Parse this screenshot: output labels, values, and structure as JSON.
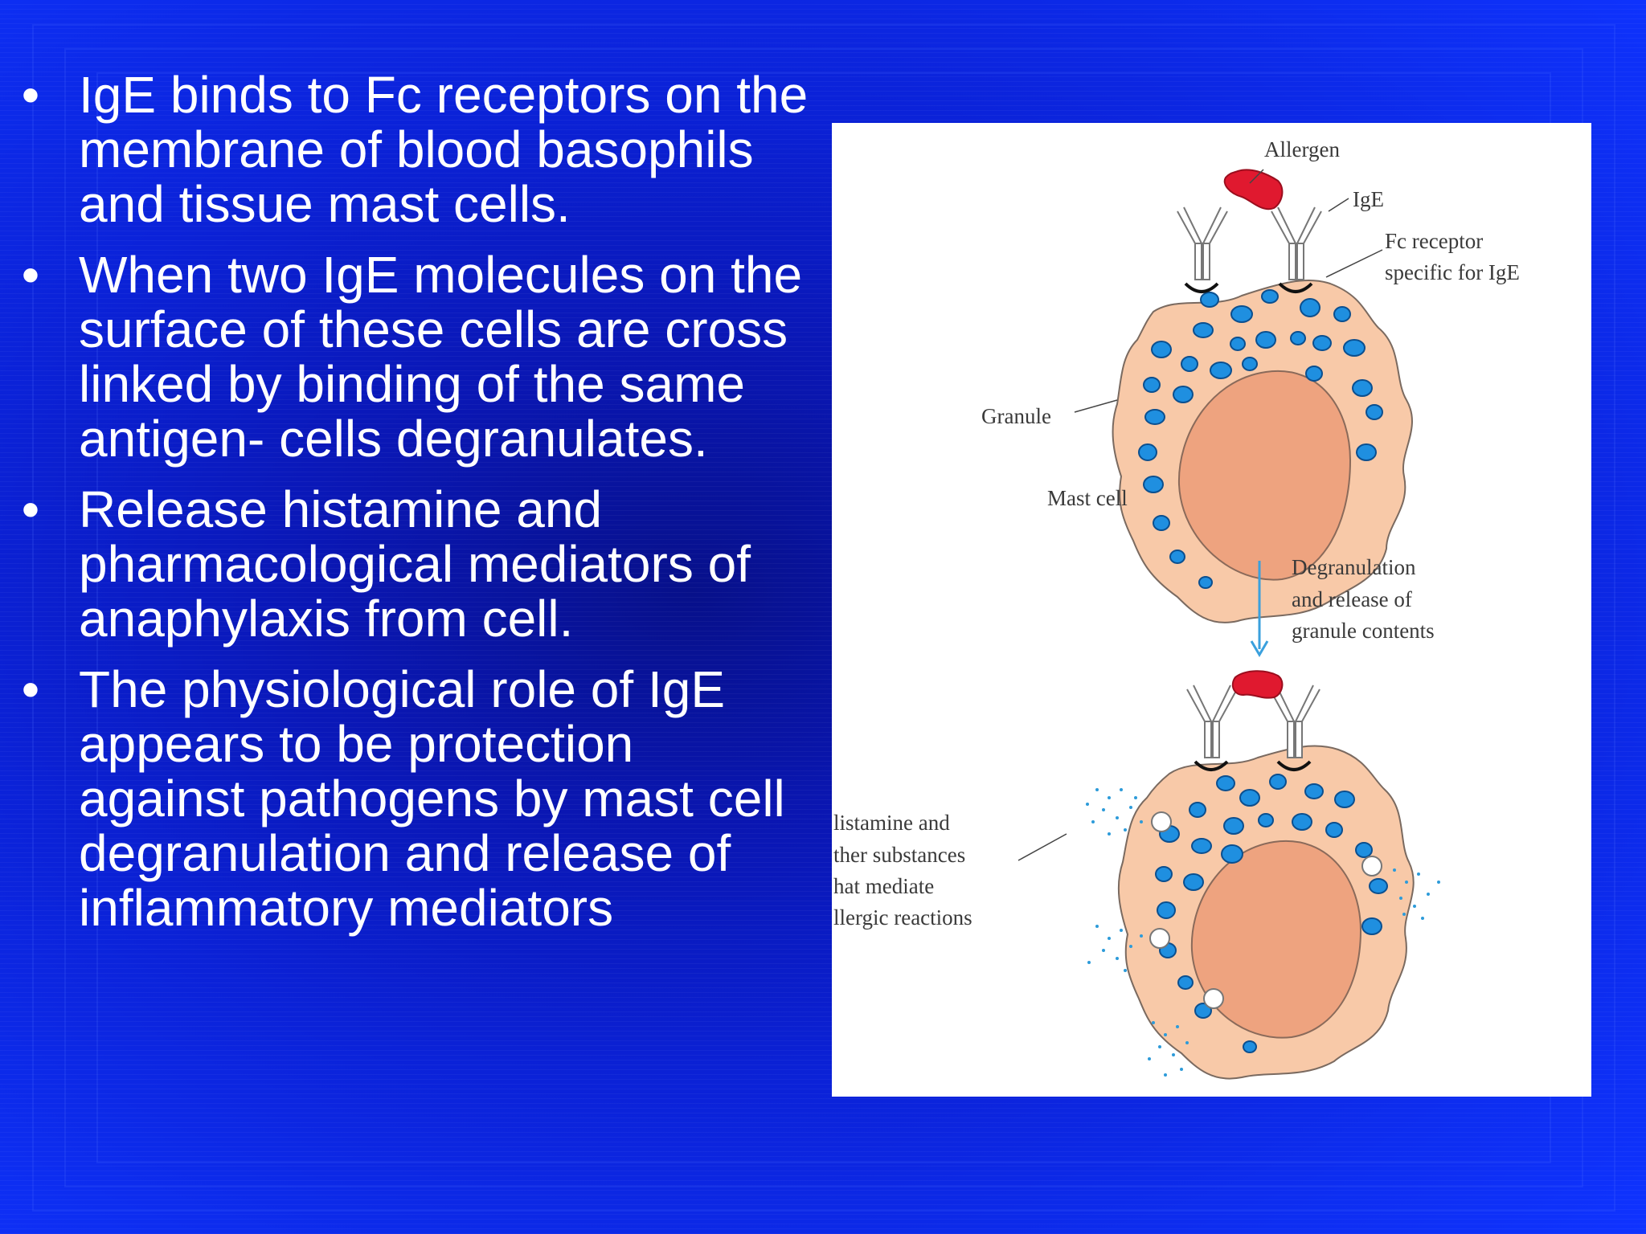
{
  "bullets": [
    "IgE binds to Fc receptors on the membrane of blood basophils and tissue mast cells.",
    "When two IgE molecules on the surface of these cells are cross linked by binding of the same antigen- cells degranulates.",
    "Release histamine and pharmacological mediators of anaphylaxis from cell.",
    "The physiological role of IgE appears to be protection against pathogens by mast cell degranulation and release of inflammatory mediators"
  ],
  "bullet_symbol": "•",
  "figure": {
    "labels": {
      "allergen": "Allergen",
      "ige": "IgE",
      "fc_receptor_line1": "Fc receptor",
      "fc_receptor_line2": "specific for IgE",
      "granule": "Granule",
      "mast_cell": "Mast cell",
      "degranulation_line1": "Degranulation",
      "degranulation_line2": "and release of",
      "degranulation_line3": "granule contents",
      "histamine_line1": "listamine and",
      "histamine_line2": "ther substances",
      "histamine_line3": "hat mediate",
      "histamine_line4": "llergic reactions"
    }
  },
  "colors": {
    "background": "#0b22d8",
    "text": "#ffffff",
    "cell": "#f8c9a8",
    "nucleus": "#eea37f",
    "granule": "#1f8fe0",
    "allergen": "#e0192f",
    "arrow": "#3aa0dd"
  }
}
